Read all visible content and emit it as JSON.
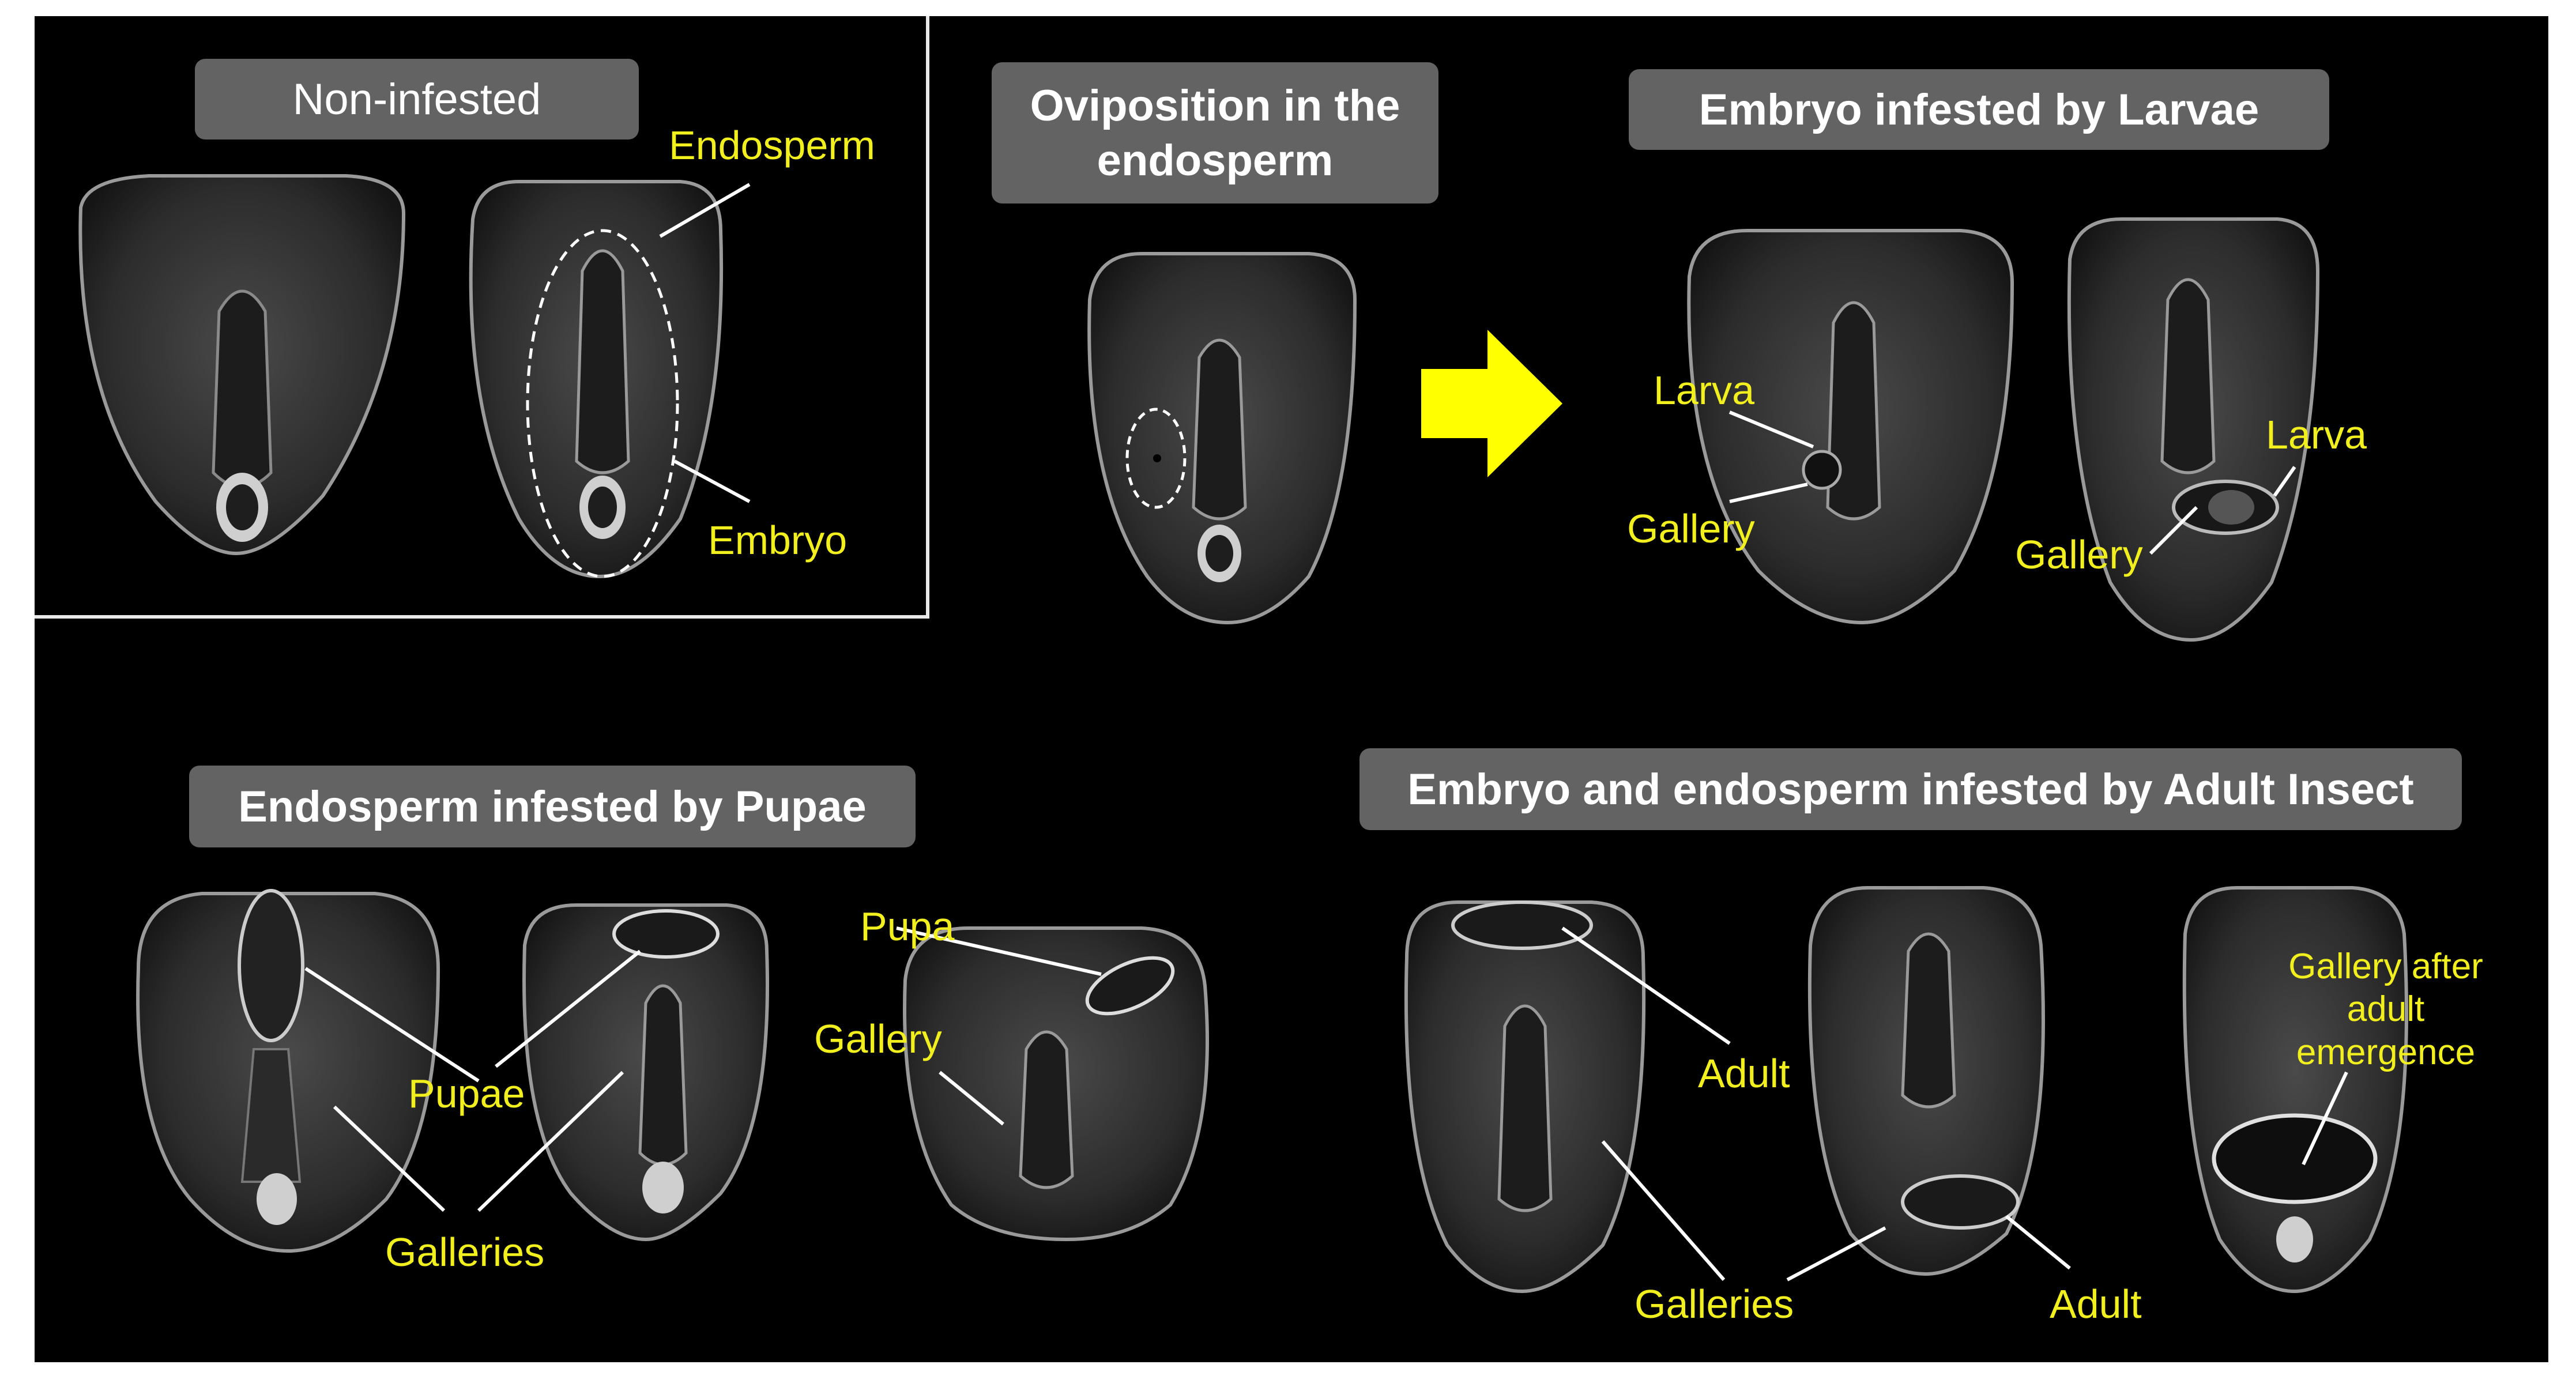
{
  "panels": {
    "non_infested": {
      "title": "Non-infested",
      "labels": [
        "Endosperm",
        "Embryo"
      ]
    },
    "oviposition": {
      "title_line1": "Oviposition in the",
      "title_line2": "endosperm"
    },
    "larvae": {
      "title": "Embryo infested by Larvae",
      "labels": [
        "Larva",
        "Gallery",
        "Larva",
        "Gallery"
      ]
    },
    "pupae": {
      "title": "Endosperm infested by Pupae",
      "labels": [
        "Pupa",
        "Gallery",
        "Pupae",
        "Galleries"
      ]
    },
    "adult": {
      "title": "Embryo and endosperm infested by Adult Insect",
      "labels": [
        "Adult",
        "Galleries",
        "Adult"
      ],
      "emergence_label": [
        "Gallery after",
        "adult",
        "emergence"
      ]
    }
  },
  "colors": {
    "background": "#000000",
    "title_box": "#636363",
    "title_text": "#ffffff",
    "label_text": "#f2ef1e",
    "arrow": "#ffff00",
    "pointer_lines": "#ffffff"
  }
}
